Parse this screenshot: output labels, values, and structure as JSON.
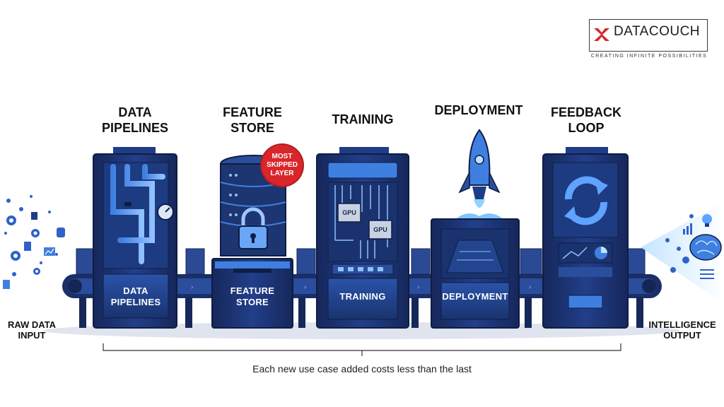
{
  "brand": {
    "name_part1": "DATA",
    "name_part2": "COUCH",
    "tagline": "CREATING INFINITE POSSIBILITIES"
  },
  "stages": [
    {
      "title_line1": "DATA",
      "title_line2": "PIPELINES",
      "label_line1": "DATA",
      "label_line2": "PIPELINES"
    },
    {
      "title_line1": "FEATURE",
      "title_line2": "STORE",
      "label_line1": "FEATURE",
      "label_line2": "STORE"
    },
    {
      "title_line1": "TRAINING",
      "label_line1": "TRAINING"
    },
    {
      "title_line1": "DEPLOYMENT",
      "label_line1": "DEPLOYMENT"
    },
    {
      "title_line1": "FEEDBACK",
      "title_line2": "LOOP"
    }
  ],
  "badge": {
    "line1": "MOST",
    "line2": "SKIPPED",
    "line3": "LAYER"
  },
  "chips": {
    "label": "GPU"
  },
  "input": {
    "line1": "RAW DATA",
    "line2": "INPUT"
  },
  "output": {
    "line1": "INTELLIGENCE",
    "line2": "OUTPUT"
  },
  "caption": "Each new use case added costs less than the last",
  "colors": {
    "navy": "#16275a",
    "mid": "#1f3d86",
    "light": "#3f7fe0",
    "accent_red": "#d9262b"
  }
}
